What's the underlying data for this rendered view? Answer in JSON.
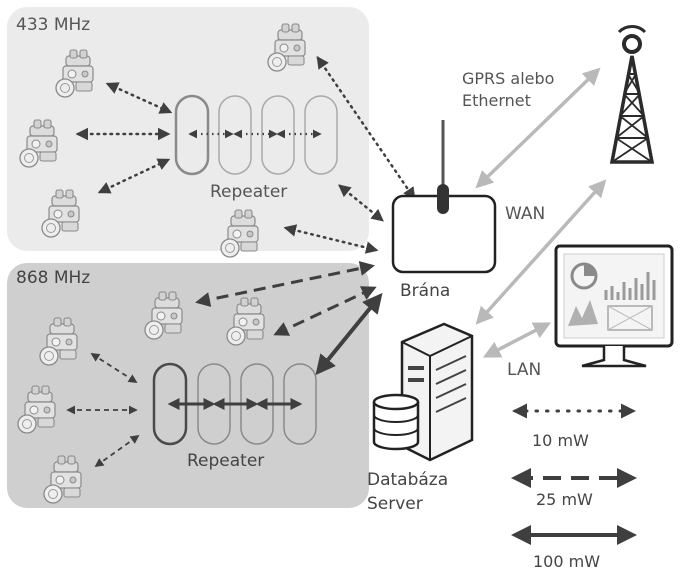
{
  "zones": {
    "z433": {
      "label": "433 MHz"
    },
    "z868": {
      "label": "868 MHz"
    }
  },
  "labels": {
    "repeater_433": "Repeater",
    "repeater_868": "Repeater",
    "gateway": "Brána",
    "uplink": [
      "GPRS alebo",
      "Ethernet"
    ],
    "wan": "WAN",
    "lan": "LAN",
    "db_server": [
      "Databáza",
      "Server"
    ]
  },
  "legend": [
    {
      "label": "10 mW",
      "style": "dotted"
    },
    {
      "label": "25 mW",
      "style": "dashed"
    },
    {
      "label": "100 mW",
      "style": "solid"
    }
  ],
  "colors": {
    "zone_433_bg": "#ebebeb",
    "zone_868_bg": "#cfcfcf",
    "link_light": "#b9b9b9",
    "link_dark": "#3f3f3f",
    "line": "#222222"
  },
  "icons": {
    "node": "sensor-module-icon",
    "gateway": "gateway-box-icon",
    "tower": "radio-tower-icon",
    "server": "server-tower-icon",
    "database": "database-cylinder-icon",
    "monitor": "monitor-dashboard-icon"
  }
}
